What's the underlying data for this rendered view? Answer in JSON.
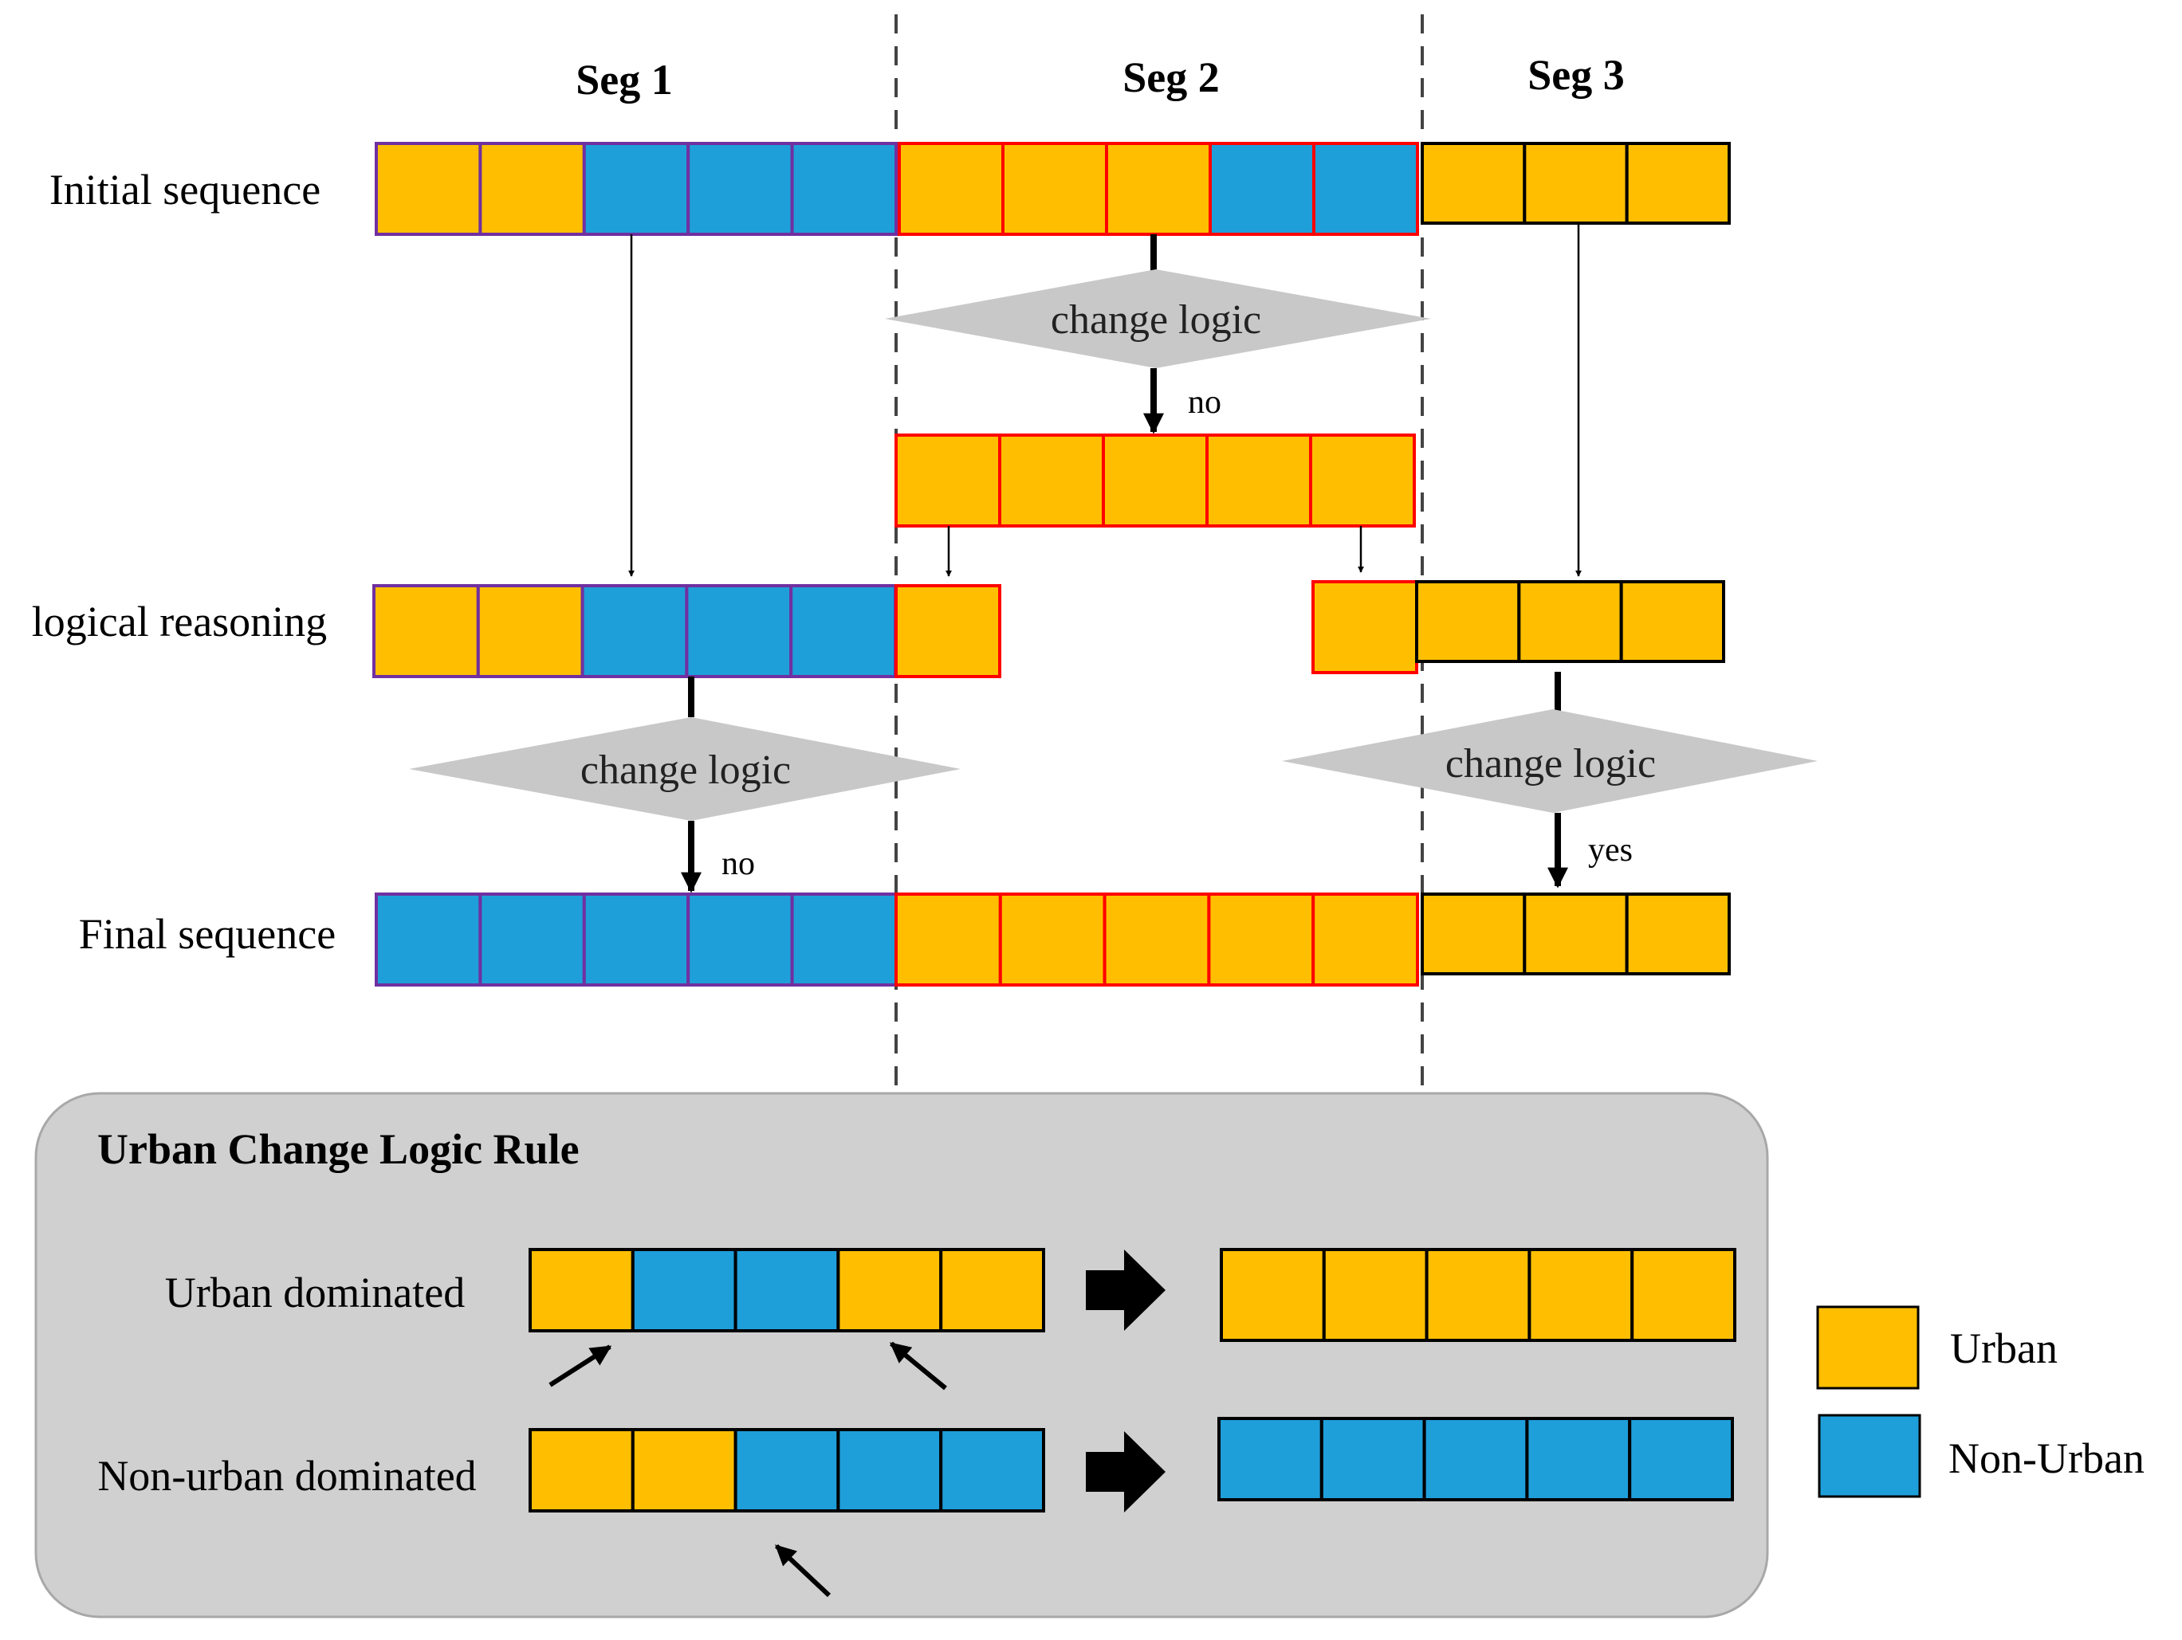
{
  "colors": {
    "urban": "#FFBF00",
    "non_urban": "#1F9FDA",
    "seg1_border": "#7030A0",
    "seg2_border": "#FF0000",
    "seg3_border": "#000000",
    "decision_fill": "#C8C8C8",
    "rule_panel_fill": "#D0D0D0"
  },
  "segments": [
    "Seg 1",
    "Seg 2",
    "Seg 3"
  ],
  "row_labels": {
    "initial": "Initial sequence",
    "logical": "logical reasoning",
    "final": "Final sequence"
  },
  "decision": {
    "label": "change logic",
    "no": "no",
    "yes": "yes"
  },
  "sequences": {
    "initial": {
      "seg1": [
        "urban",
        "urban",
        "non_urban",
        "non_urban",
        "non_urban"
      ],
      "seg2": [
        "urban",
        "urban",
        "urban",
        "non_urban",
        "non_urban"
      ],
      "seg3": [
        "urban",
        "urban",
        "urban"
      ]
    },
    "seg2_after_logic": [
      "urban",
      "urban",
      "urban",
      "urban",
      "urban"
    ],
    "logical": {
      "seg1": [
        "urban",
        "urban",
        "non_urban",
        "non_urban",
        "non_urban"
      ],
      "seg2_left": [
        "urban"
      ],
      "seg2_right": [
        "urban"
      ],
      "seg3": [
        "urban",
        "urban",
        "urban"
      ]
    },
    "final": {
      "seg1": [
        "non_urban",
        "non_urban",
        "non_urban",
        "non_urban",
        "non_urban"
      ],
      "seg2": [
        "urban",
        "urban",
        "urban",
        "urban",
        "urban"
      ],
      "seg3": [
        "urban",
        "urban",
        "urban"
      ]
    }
  },
  "rule": {
    "title": "Urban Change Logic Rule",
    "urban_dominated": {
      "label": "Urban dominated",
      "before": [
        "urban",
        "non_urban",
        "non_urban",
        "urban",
        "urban"
      ],
      "after": [
        "urban",
        "urban",
        "urban",
        "urban",
        "urban"
      ]
    },
    "non_urban_dominated": {
      "label": "Non-urban dominated",
      "before": [
        "urban",
        "urban",
        "non_urban",
        "non_urban",
        "non_urban"
      ],
      "after": [
        "non_urban",
        "non_urban",
        "non_urban",
        "non_urban",
        "non_urban"
      ]
    }
  },
  "legend": [
    {
      "label": "Urban",
      "class": "urban"
    },
    {
      "label": "Non-Urban",
      "class": "non_urban"
    }
  ]
}
